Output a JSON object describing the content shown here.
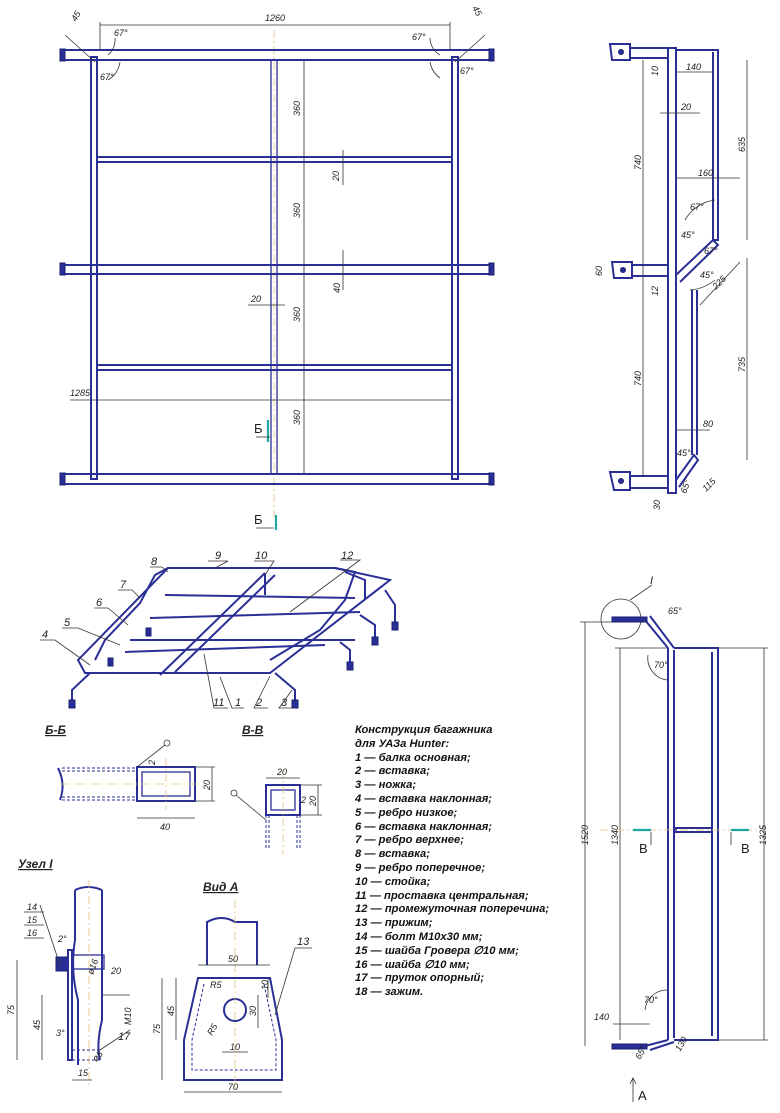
{
  "plan_view": {
    "dim_width": "1260",
    "dim_length": "1285",
    "dim_spacing": [
      "360",
      "360",
      "360",
      "360"
    ],
    "dim_rib": "20",
    "dim_center_rib": "40",
    "dim_center_beam": "20",
    "dim_corner": [
      "45",
      "45"
    ],
    "angles": [
      "67°",
      "67°",
      "67°",
      "67°"
    ],
    "section_mark": [
      "Б",
      "Б"
    ]
  },
  "side_view": {
    "dims": [
      "10",
      "140",
      "20",
      "740",
      "635",
      "160",
      "67°",
      "45°",
      "67°",
      "60",
      "12",
      "45°",
      "225",
      "740",
      "735",
      "80",
      "45°",
      "65°",
      "115",
      "30"
    ]
  },
  "front_view": {
    "node_label": "I",
    "dims": [
      "1520",
      "1340",
      "1325",
      "65°",
      "70°",
      "70°",
      "140",
      "65°",
      "130"
    ],
    "section_mark": [
      "B",
      "B"
    ],
    "view_mark": "A"
  },
  "iso_view": {
    "callouts": [
      "1",
      "2",
      "3",
      "4",
      "5",
      "6",
      "7",
      "8",
      "9",
      "10",
      "11",
      "12"
    ]
  },
  "section_bb": {
    "title": "Б-Б",
    "dims": [
      "2",
      "20",
      "40"
    ]
  },
  "section_vv": {
    "title": "В-В",
    "dims": [
      "20",
      "2",
      "20"
    ]
  },
  "node_1": {
    "title": "Узел I",
    "dims": [
      "14",
      "15",
      "16",
      "2°",
      "ø16",
      "20",
      "M10",
      "75",
      "45",
      "3°",
      "17",
      "ø5",
      "15"
    ]
  },
  "view_a": {
    "title": "Вид А",
    "dims": [
      "50",
      "R5",
      "10",
      "13",
      "75",
      "45",
      "30",
      "R5",
      "10",
      "70"
    ]
  },
  "legend": {
    "title_line1": "Конструкция багажника",
    "title_line2": "для УАЗа Hunter:",
    "items": [
      "1 — балка основная;",
      "2 — вставка;",
      "3 — ножка;",
      "4 — вставка наклонная;",
      "5 — ребро низкое;",
      "6 — вставка наклонная;",
      "7 — ребро верхнее;",
      "8 — вставка;",
      "9 — ребро поперечное;",
      "10 — стойка;",
      "11 — проставка центральная;",
      "12 — промежуточная поперечина;",
      "13 — прижим;",
      "14 — болт М10x30 мм;",
      "15 — шайба Гровера ∅10 мм;",
      "16 — шайба ∅10 мм;",
      "17 — пруток опорный;",
      "18 — зажим."
    ]
  }
}
